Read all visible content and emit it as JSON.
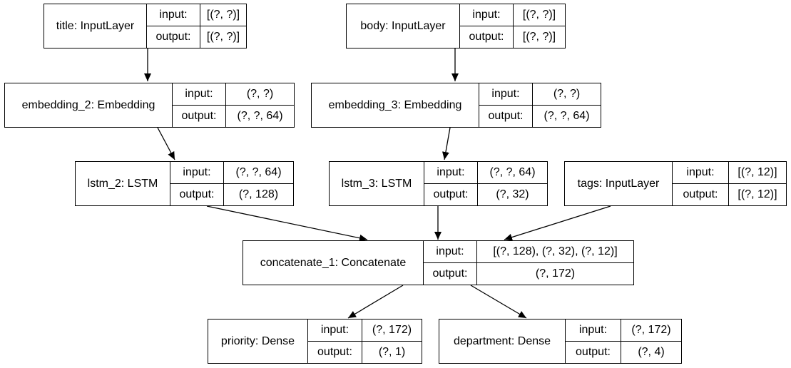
{
  "io_labels": {
    "input": "input:",
    "output": "output:"
  },
  "nodes": {
    "title_input": {
      "name": "title: InputLayer",
      "input": "[(?, ?)]",
      "output": "[(?, ?)]"
    },
    "body_input": {
      "name": "body: InputLayer",
      "input": "[(?, ?)]",
      "output": "[(?, ?)]"
    },
    "embedding_2": {
      "name": "embedding_2: Embedding",
      "input": "(?, ?)",
      "output": "(?, ?, 64)"
    },
    "embedding_3": {
      "name": "embedding_3: Embedding",
      "input": "(?, ?)",
      "output": "(?, ?, 64)"
    },
    "lstm_2": {
      "name": "lstm_2: LSTM",
      "input": "(?, ?, 64)",
      "output": "(?, 128)"
    },
    "lstm_3": {
      "name": "lstm_3: LSTM",
      "input": "(?, ?, 64)",
      "output": "(?, 32)"
    },
    "tags_input": {
      "name": "tags: InputLayer",
      "input": "[(?, 12)]",
      "output": "[(?, 12)]"
    },
    "concatenate_1": {
      "name": "concatenate_1: Concatenate",
      "input": "[(?, 128), (?, 32), (?, 12)]",
      "output": "(?, 172)"
    },
    "priority": {
      "name": "priority: Dense",
      "input": "(?, 172)",
      "output": "(?, 1)"
    },
    "department": {
      "name": "department: Dense",
      "input": "(?, 172)",
      "output": "(?, 4)"
    }
  },
  "edges": [
    [
      "title_input",
      "embedding_2"
    ],
    [
      "body_input",
      "embedding_3"
    ],
    [
      "embedding_2",
      "lstm_2"
    ],
    [
      "embedding_3",
      "lstm_3"
    ],
    [
      "lstm_2",
      "concatenate_1"
    ],
    [
      "lstm_3",
      "concatenate_1"
    ],
    [
      "tags_input",
      "concatenate_1"
    ],
    [
      "concatenate_1",
      "priority"
    ],
    [
      "concatenate_1",
      "department"
    ]
  ]
}
